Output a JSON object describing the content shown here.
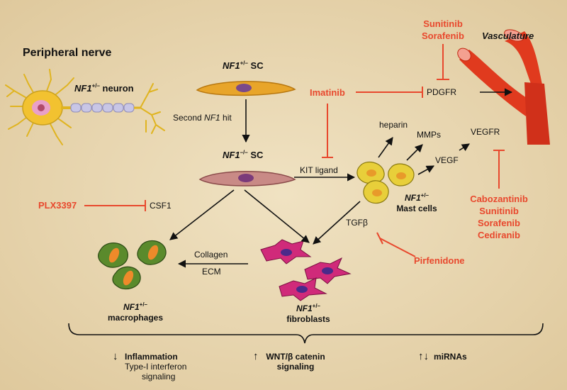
{
  "title": "Peripheral nerve",
  "neuron": {
    "gene": "NF1",
    "genotype": "+/–",
    "label": "neuron"
  },
  "sc_het": {
    "gene": "NF1",
    "genotype": "+/–",
    "label": "SC"
  },
  "second_hit": {
    "prefix": "Second ",
    "gene": "NF1",
    "suffix": " hit"
  },
  "sc_null": {
    "gene": "NF1",
    "genotype": "–/–",
    "label": "SC"
  },
  "drugs": {
    "imatinib": "Imatinib",
    "sunitinib_sorafenib": [
      "Sunitinib",
      "Sorafenib"
    ],
    "plx": "PLX3397",
    "pirfenidone": "Pirfenidone",
    "vegfr_inhibitors": [
      "Cabozantinib",
      "Sunitinib",
      "Sorafenib",
      "Cediranib"
    ]
  },
  "molecules": {
    "pdgfr": "PDGFR",
    "heparin": "heparin",
    "mmps": "MMPs",
    "vegf": "VEGF",
    "vegfr": "VEGFR",
    "kit_ligand": "KIT ligand",
    "csf1": "CSF1",
    "tgfb": "TGFβ",
    "collagen": "Collagen",
    "ecm": "ECM"
  },
  "vasculature": "Vasculature",
  "mast_cells": {
    "gene": "NF1",
    "genotype": "+/–",
    "label": "Mast cells"
  },
  "macrophages": {
    "gene": "NF1",
    "genotype": "+/–",
    "label": "macrophages"
  },
  "fibroblasts": {
    "gene": "NF1",
    "genotype": "+/–",
    "label": "fibroblasts"
  },
  "outcomes": {
    "inflammation": {
      "arrow": "↓",
      "title": "Inflammation",
      "sub1": "Type-I interferon",
      "sub2": "signaling"
    },
    "wnt": {
      "arrow": "↑",
      "title": "WNT/β catenin",
      "sub": "signaling"
    },
    "mirnas": {
      "arrow": "↑↓",
      "title": "miRNAs"
    }
  },
  "colors": {
    "background": "#e9d8b4",
    "inhibitor": "#e8482d",
    "vessel": "#e03a1e",
    "neuron": "#f2c230",
    "schwann_het": "#e8a52a",
    "schwann_null": "#c98a86",
    "mast": "#e8cf3a",
    "macrophage": "#5a8a2c",
    "fibroblast": "#d02a7a"
  }
}
